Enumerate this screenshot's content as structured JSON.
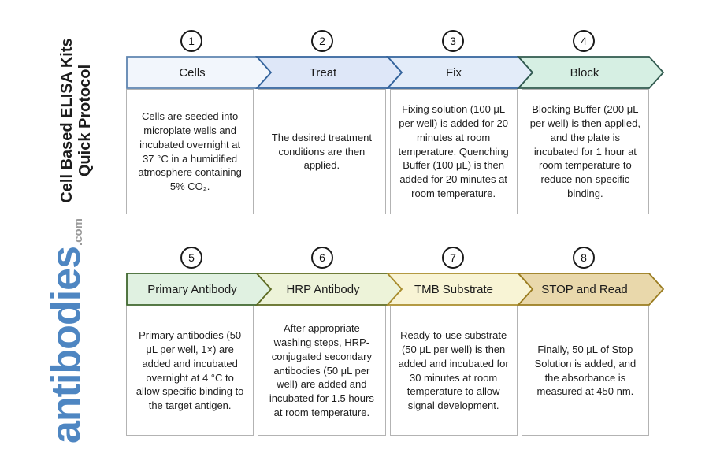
{
  "branding": {
    "title_line1": "Cell Based ELISA Kits",
    "title_line2": "Quick Protocol",
    "logo_text": "antibodies",
    "logo_suffix": ".com",
    "logo_color": "#4e86c2",
    "logo_suffix_color": "#9b9b9b"
  },
  "steps": [
    {
      "number": "1",
      "label": "Cells",
      "description": "Cells are seeded into microplate wells and incubated overnight at 37 °C in a humidified atmosphere containing 5% CO₂.",
      "fill": "#f2f6fc",
      "border": "#5f85b0"
    },
    {
      "number": "2",
      "label": "Treat",
      "description": "The desired treatment conditions are then applied.",
      "fill": "#dee7f8",
      "border": "#33639c"
    },
    {
      "number": "3",
      "label": "Fix",
      "description": "Fixing solution (100 μL per well) is added for 20 minutes at room temperature. Quenching Buffer (100 μL) is then added for 20 minutes at room temperature.",
      "fill": "#e3ecf9",
      "border": "#33639c"
    },
    {
      "number": "4",
      "label": "Block",
      "description": "Blocking Buffer (200 μL per well) is then applied, and the plate is incubated for 1 hour at room temperature to reduce non-specific binding.",
      "fill": "#d6efe3",
      "border": "#30594e"
    },
    {
      "number": "5",
      "label": "Primary Antibody",
      "description": "Primary antibodies (50 μL per well, 1×) are added and incubated overnight at 4 °C to allow specific binding to the target antigen.",
      "fill": "#e0f1e1",
      "border": "#40672f"
    },
    {
      "number": "6",
      "label": "HRP Antibody",
      "description": "After appropriate washing steps, HRP-conjugated secondary antibodies (50 μL per well) are added and incubated for 1.5 hours at room temperature.",
      "fill": "#edf3d9",
      "border": "#5e6b22"
    },
    {
      "number": "7",
      "label": "TMB Substrate",
      "description": "Ready-to-use substrate (50 μL per well) is then added and incubated for 30 minutes at room temperature to allow signal development.",
      "fill": "#f8f4d5",
      "border": "#aa8d2d"
    },
    {
      "number": "8",
      "label": "STOP and Read",
      "description": "Finally, 50 μL of Stop Solution is added, and the absorbance is measured at 450 nm.",
      "fill": "#e9d8ab",
      "border": "#9a7c20"
    }
  ]
}
